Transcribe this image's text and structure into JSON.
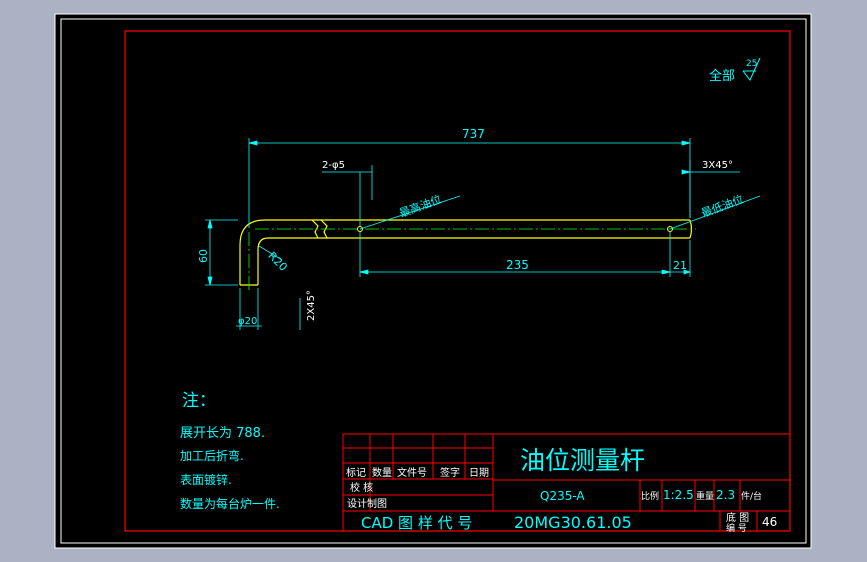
{
  "colors": {
    "background": "#aab2c4",
    "sheet": "#000000",
    "frame": "#ffffff",
    "border": "#ff0000",
    "part": "#ffff00",
    "dimension": "#00ffff",
    "note_text": "#00ffff",
    "title_primary": "#00ffff",
    "title_secondary": "#ffffff",
    "center_line": "#00ff00"
  },
  "drawing": {
    "surface_finish": {
      "label": "全部",
      "value": "25"
    },
    "dimensions": {
      "overall_length": "737",
      "hole_spec": "2-φ5",
      "chamfer_right": "3X45°",
      "chamfer_left": "2X45°",
      "height": "60",
      "bend_radius": "R20",
      "diameter": "φ20",
      "mark_distance": "235",
      "end_offset": "21"
    },
    "annotations": {
      "oil_level_high": "最高油位",
      "oil_level_low": "最低油位"
    }
  },
  "notes": {
    "heading": "注：",
    "lines": [
      "展开长为 788.",
      "加工后折弯.",
      "表面镀锌.",
      "数量为每台炉一件."
    ]
  },
  "title_block": {
    "part_name": "油位测量杆",
    "material": "Q235-A",
    "scale_label": "比例",
    "scale_value": "1:2.5",
    "weight_label": "重量",
    "weight_value": "2.3",
    "pieces_label": "件/台",
    "drawing_code_label": "CAD 图 样 代 号",
    "drawing_code": "20MG30.61.05",
    "sheet_label": "底 图",
    "sheet_sub": "编 号",
    "sheet_number": "46",
    "header_cells": [
      "标记",
      "数量",
      "文件号",
      "签字",
      "日期"
    ],
    "row_labels": [
      "校 核",
      "设计制图"
    ]
  }
}
